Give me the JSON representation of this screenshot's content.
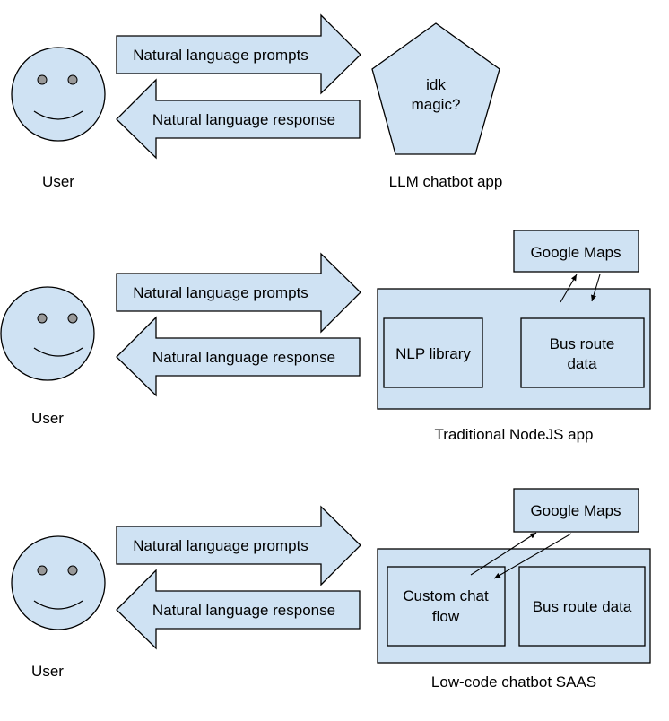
{
  "colors": {
    "shape_fill": "#cfe2f3",
    "outline": "#000000",
    "eye_fill": "#999999",
    "background": "#ffffff"
  },
  "row1": {
    "user_label": "User",
    "prompt_arrow_label": "Natural language prompts",
    "response_arrow_label": "Natural language response",
    "pentagon_line1": "idk",
    "pentagon_line2": "magic?",
    "app_label": "LLM chatbot app"
  },
  "row2": {
    "user_label": "User",
    "prompt_arrow_label": "Natural language prompts",
    "response_arrow_label": "Natural language response",
    "google_maps_label": "Google Maps",
    "nlp_label": "NLP library",
    "bus_route_line1": "Bus route",
    "bus_route_line2": "data",
    "app_label": "Traditional NodeJS app"
  },
  "row3": {
    "user_label": "User",
    "prompt_arrow_label": "Natural language prompts",
    "response_arrow_label": "Natural language response",
    "google_maps_label": "Google Maps",
    "custom_flow_line1": "Custom chat",
    "custom_flow_line2": "flow",
    "bus_route_label": "Bus route data",
    "app_label": "Low-code chatbot SAAS"
  }
}
